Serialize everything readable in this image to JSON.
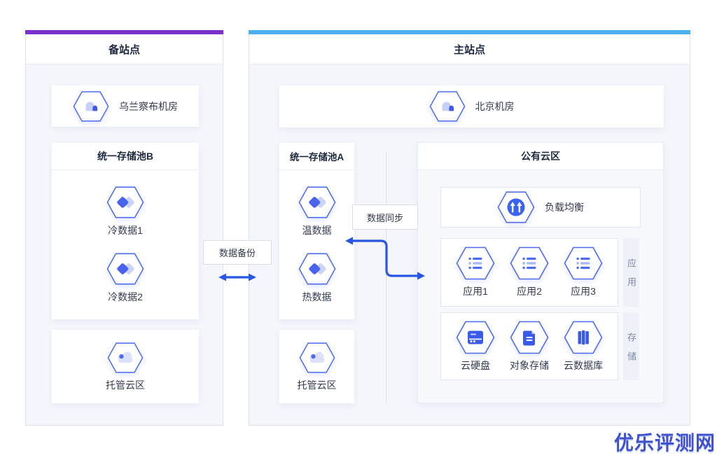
{
  "backup_site": {
    "title": "备站点",
    "accent_color": "#7B30CE",
    "room": {
      "label": "乌兰察布机房"
    },
    "storage_pool": {
      "title": "统一存储池B",
      "items": [
        {
          "label": "冷数据1"
        },
        {
          "label": "冷数据2"
        }
      ]
    },
    "hosted_cloud": {
      "label": "托管云区"
    }
  },
  "main_site": {
    "title": "主站点",
    "accent_color": "#4BAEF0",
    "room": {
      "label": "北京机房"
    },
    "storage_pool": {
      "title": "统一存储池A",
      "items": [
        {
          "label": "温数据"
        },
        {
          "label": "热数据"
        }
      ]
    },
    "hosted_cloud": {
      "label": "托管云区"
    },
    "public_cloud": {
      "title": "公有云区",
      "load_balancer": {
        "label": "负载均衡"
      },
      "apps": {
        "tag": "应用",
        "items": [
          "应用1",
          "应用2",
          "应用3"
        ]
      },
      "storage": {
        "tag": "存储",
        "items": [
          "云硬盘",
          "对象存储",
          "云数据库"
        ]
      }
    }
  },
  "connections": {
    "backup_label": "数据备份",
    "sync_label": "数据同步"
  },
  "icons": {
    "room": "building-icon",
    "data": "diamond-data-icon",
    "hosted_cloud": "cloud-icon",
    "load_balancer": "load-balancer-icon",
    "app": "app-list-icon",
    "cloud_disk": "disk-icon",
    "object_storage": "document-icon",
    "cloud_database": "database-icon",
    "backup": "double-headed-arrow-icon",
    "sync": "z-shaped-arrow-icon"
  },
  "colors": {
    "hex_stroke": "#4D6BF2",
    "arrow_blue": "#2857E5",
    "panel_bg": "#F4F6FB",
    "watermark_blue": "#4051CF"
  },
  "watermark": "优乐评测网"
}
